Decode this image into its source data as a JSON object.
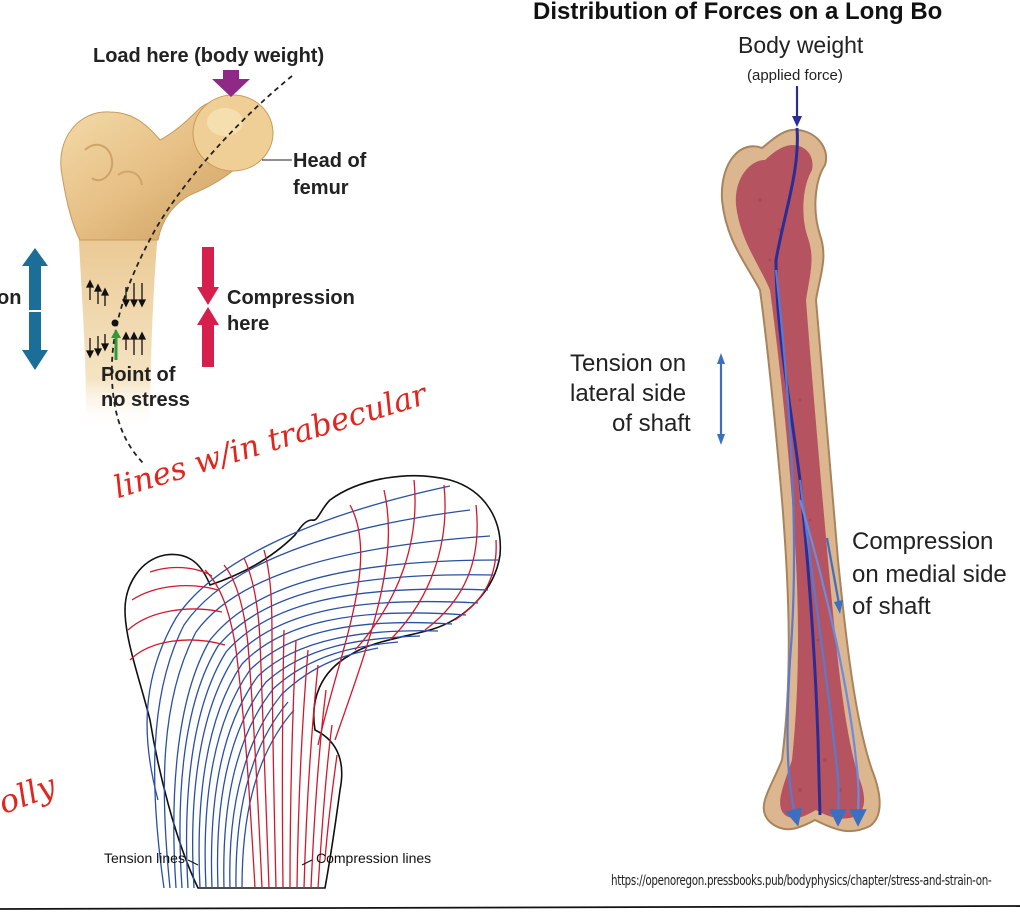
{
  "title": "Distribution of Forces on a Long Bo",
  "body_weight": {
    "label": "Body weight",
    "sublabel": "(applied force)"
  },
  "femur_photo": {
    "load_label": "Load here (body weight)",
    "head_label_line1": "Head of",
    "head_label_line2": "femur",
    "tension_label_fragment": "on",
    "compression_line1": "Compression",
    "compression_line2": "here",
    "no_stress_line1": "Point of",
    "no_stress_line2": "no stress",
    "colors": {
      "load_arrow": "#8e2a86",
      "tension_arrow": "#1a6e98",
      "compression_arrow": "#d61f4c",
      "neutral_arrow": "#2f9a3a",
      "bone": "#e9c68e"
    }
  },
  "trabecular_diagram": {
    "tension_label": "Tension lines",
    "compression_label": "Compression lines",
    "colors": {
      "tension": "#2950a3",
      "compression": "#d2182c"
    }
  },
  "long_bone": {
    "tension_line1": "Tension on",
    "tension_line2": "lateral side",
    "tension_line3": "of shaft",
    "compression_line1": "Compression",
    "compression_line2": "on medial side",
    "compression_line3": "of shaft",
    "colors": {
      "cortex": "#dcb68e",
      "marrow": "#b55460",
      "force_path": "#2a2d96",
      "arrows": "#3d6fc1"
    }
  },
  "annotations": {
    "handwritten_1": "lines w/in trabecular",
    "handwritten_2": "olly"
  },
  "source_url": "https://openoregon.pressbooks.pub/bodyphysics/chapter/stress-and-strain-on-"
}
